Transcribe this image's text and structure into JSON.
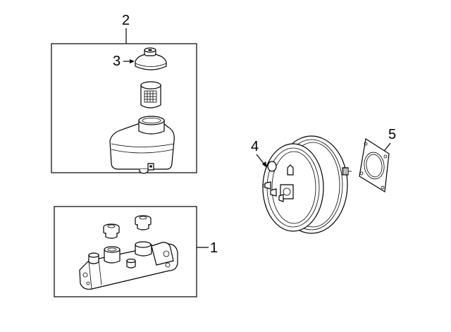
{
  "callouts": {
    "c1": "1",
    "c2": "2",
    "c3": "3",
    "c4": "4",
    "c5": "5"
  },
  "parts": [
    {
      "callout": "1",
      "icon": "master-cylinder-icon"
    },
    {
      "callout": "2",
      "icon": "reservoir-assembly-icon"
    },
    {
      "callout": "3",
      "icon": "reservoir-cap-icon"
    },
    {
      "callout": "4",
      "icon": "brake-booster-icon"
    },
    {
      "callout": "5",
      "icon": "booster-gasket-icon"
    }
  ],
  "colors": {
    "line": "#000000",
    "background": "#ffffff"
  }
}
